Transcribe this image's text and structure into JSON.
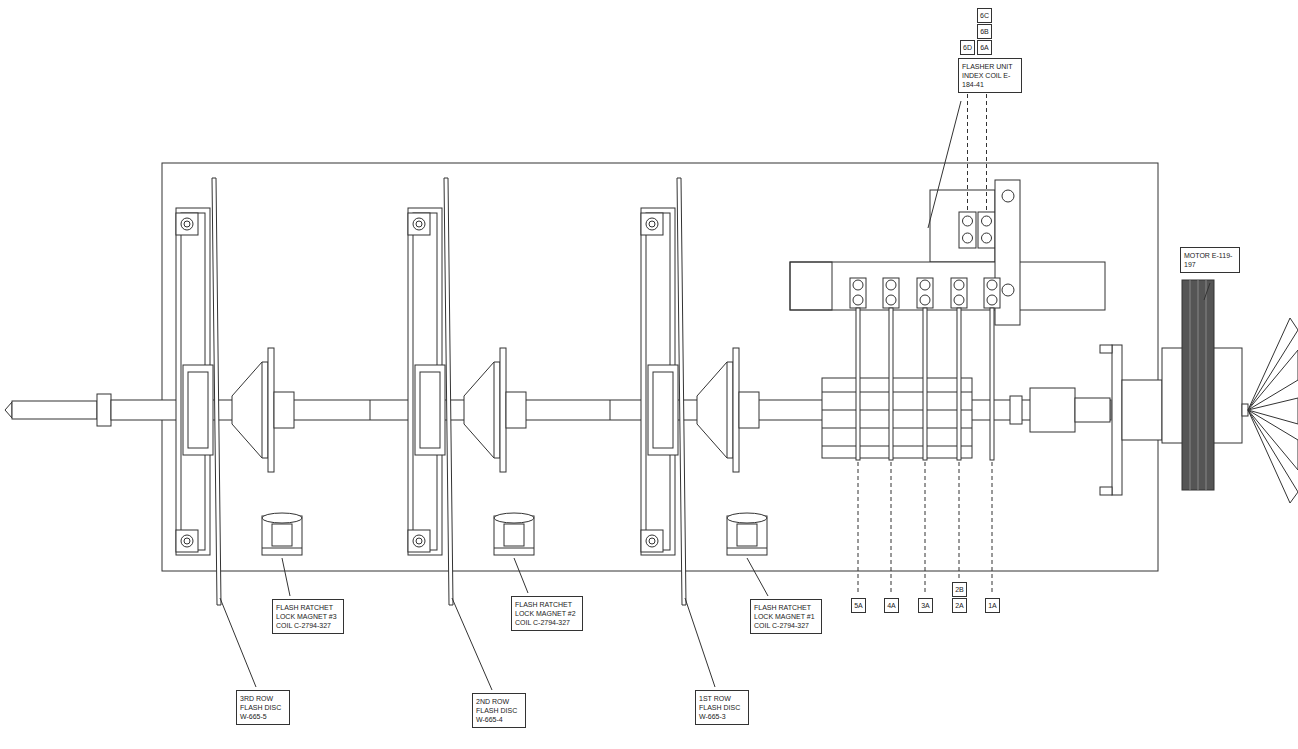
{
  "diagram": {
    "nodes": [
      {
        "text": [
          "6C"
        ]
      },
      {
        "text": [
          "6B"
        ]
      },
      {
        "text": [
          "6D"
        ]
      },
      {
        "text": [
          "6A"
        ]
      },
      {
        "text": [
          "FLASHER UNIT INDEX COIL E-184-41"
        ]
      },
      {
        "text": [
          "MOTOR E-119-197"
        ]
      },
      {
        "text": [
          "5A"
        ]
      },
      {
        "text": [
          "4A"
        ]
      },
      {
        "text": [
          "3A"
        ]
      },
      {
        "text": [
          "2B"
        ]
      },
      {
        "text": [
          "2A"
        ]
      },
      {
        "text": [
          "1A"
        ]
      },
      {
        "text": [
          "FLASH RATCHET LOCK MAGNET #3 COIL C-2794-327"
        ]
      },
      {
        "text": [
          "FLASH RATCHET LOCK MAGNET #2 COIL C-2794-327"
        ]
      },
      {
        "text": [
          "FLASH RATCHET LOCK MAGNET #1 COIL C-2794-327"
        ]
      },
      {
        "text": [
          "3RD ROW FLASH DISC W-665-5"
        ]
      },
      {
        "text": [
          "2ND ROW FLASH DISC W-665-4"
        ]
      },
      {
        "text": [
          "1ST ROW FLASH DISC W-665-3"
        ]
      }
    ]
  }
}
